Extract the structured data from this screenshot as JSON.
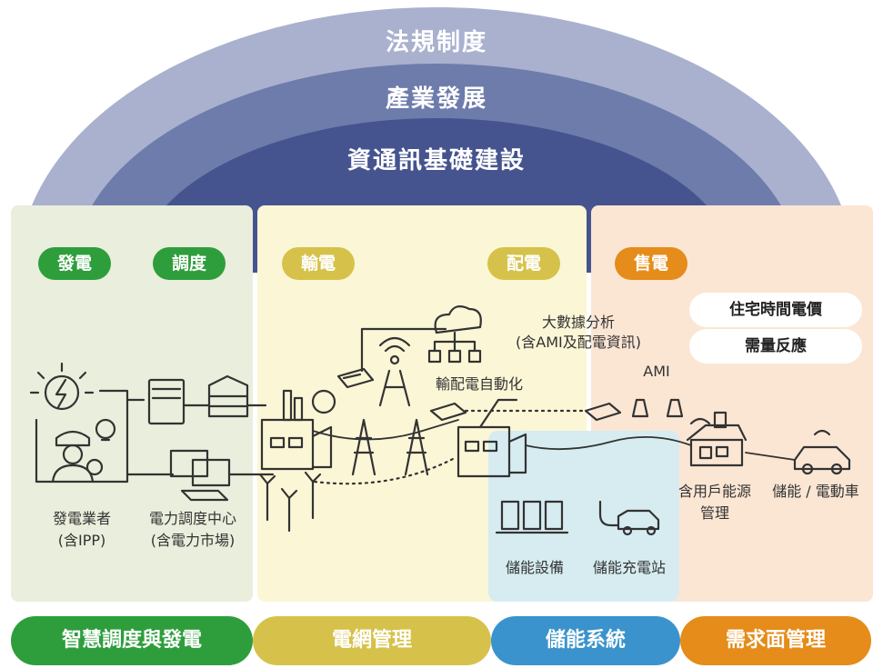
{
  "arches": [
    "法規制度",
    "產業發展",
    "資通訊基礎建設"
  ],
  "segments": {
    "generation": "發電",
    "dispatch": "調度",
    "transmission": "輸電",
    "distribution": "配電",
    "retail": "售電"
  },
  "retail_items": [
    "住宅時間電價",
    "需量反應"
  ],
  "labels": {
    "big_data": "大數據分析",
    "big_data_sub": "(含AMI及配電資訊)",
    "automation": "輸配電自動化",
    "ami": "AMI",
    "generator": "發電業者",
    "generator_sub": "(含IPP)",
    "dispatch_center": "電力調度中心",
    "dispatch_center_sub": "(含電力市場)",
    "home_energy": "含用戶能源",
    "home_energy_sub": "管理",
    "ev": "儲能 / 電動車",
    "storage_equipment": "儲能設備",
    "storage_charging": "儲能充電站"
  },
  "bottom": [
    "智慧調度與發電",
    "電網管理",
    "儲能系統",
    "需求面管理"
  ],
  "colors": {
    "arch_outer": "#a9b1cf",
    "arch_mid": "#6e7cab",
    "arch_inner": "#45548f",
    "green": "#2e9e3c",
    "olive": "#d6c24a",
    "orange": "#e58c1a",
    "blue": "#3a93cc"
  }
}
